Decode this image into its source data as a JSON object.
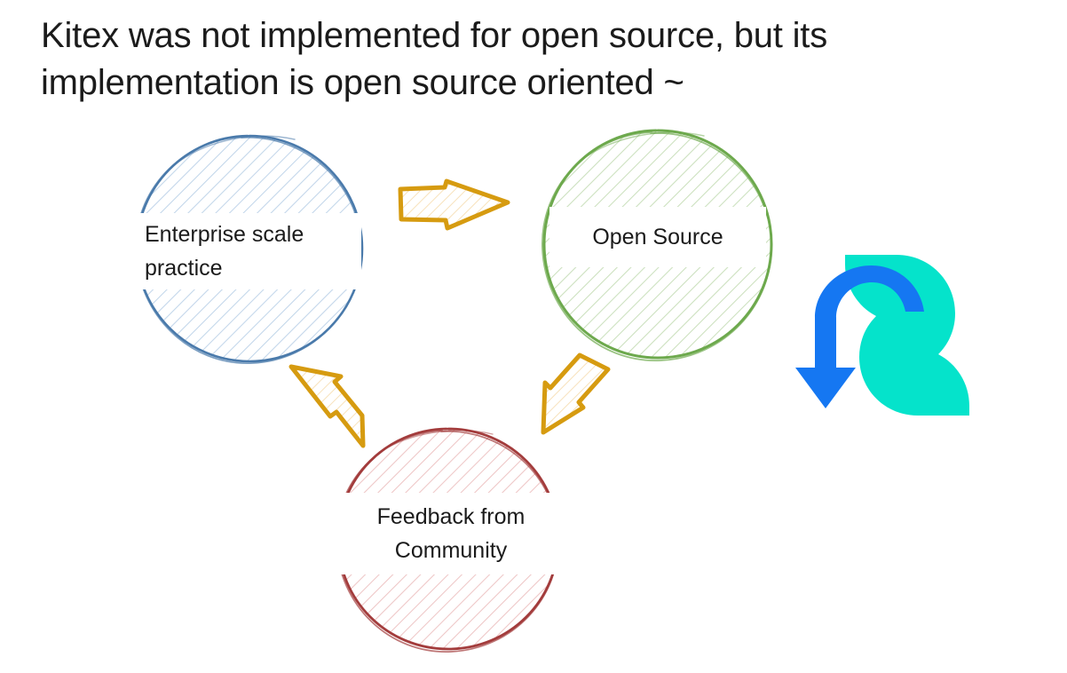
{
  "slide": {
    "background_color": "#ffffff",
    "title": {
      "lines": [
        "Kitex was not implemented for open source, but its",
        "implementation is open source oriented ~"
      ],
      "color": "#1b1b1b"
    }
  },
  "diagram": {
    "type": "cycle",
    "description": "Three hand-drawn sketch-style circles connected by hand-drawn arrows in a clockwise cycle.",
    "nodes": [
      {
        "id": "enterprise",
        "label_lines": [
          "Enterprise scale",
          "practice"
        ],
        "stroke_color": "#4a7aab",
        "fill_hatch_color": "#c7d9ec",
        "position": "top-left"
      },
      {
        "id": "opensource",
        "label_lines": [
          "Open Source"
        ],
        "stroke_color": "#6da94d",
        "fill_hatch_color": "#cfe3c2",
        "position": "top-right"
      },
      {
        "id": "feedback",
        "label_lines": [
          "Feedback from",
          "Community"
        ],
        "stroke_color": "#a33c3c",
        "fill_hatch_color": "#eec9c9",
        "position": "bottom-center"
      }
    ],
    "arrows": [
      {
        "id": "arrow-enterprise-to-opensource",
        "from": "enterprise",
        "to": "opensource",
        "direction": "right",
        "color": "#d69b10"
      },
      {
        "id": "arrow-opensource-to-feedback",
        "from": "opensource",
        "to": "feedback",
        "direction": "down-left",
        "color": "#d69b10"
      },
      {
        "id": "arrow-feedback-to-enterprise",
        "from": "feedback",
        "to": "enterprise",
        "direction": "up-left",
        "color": "#d69b10"
      }
    ]
  },
  "logo": {
    "name": "cloudwego-logo",
    "blue_color": "#1577f2",
    "teal_color": "#05e3cb"
  }
}
